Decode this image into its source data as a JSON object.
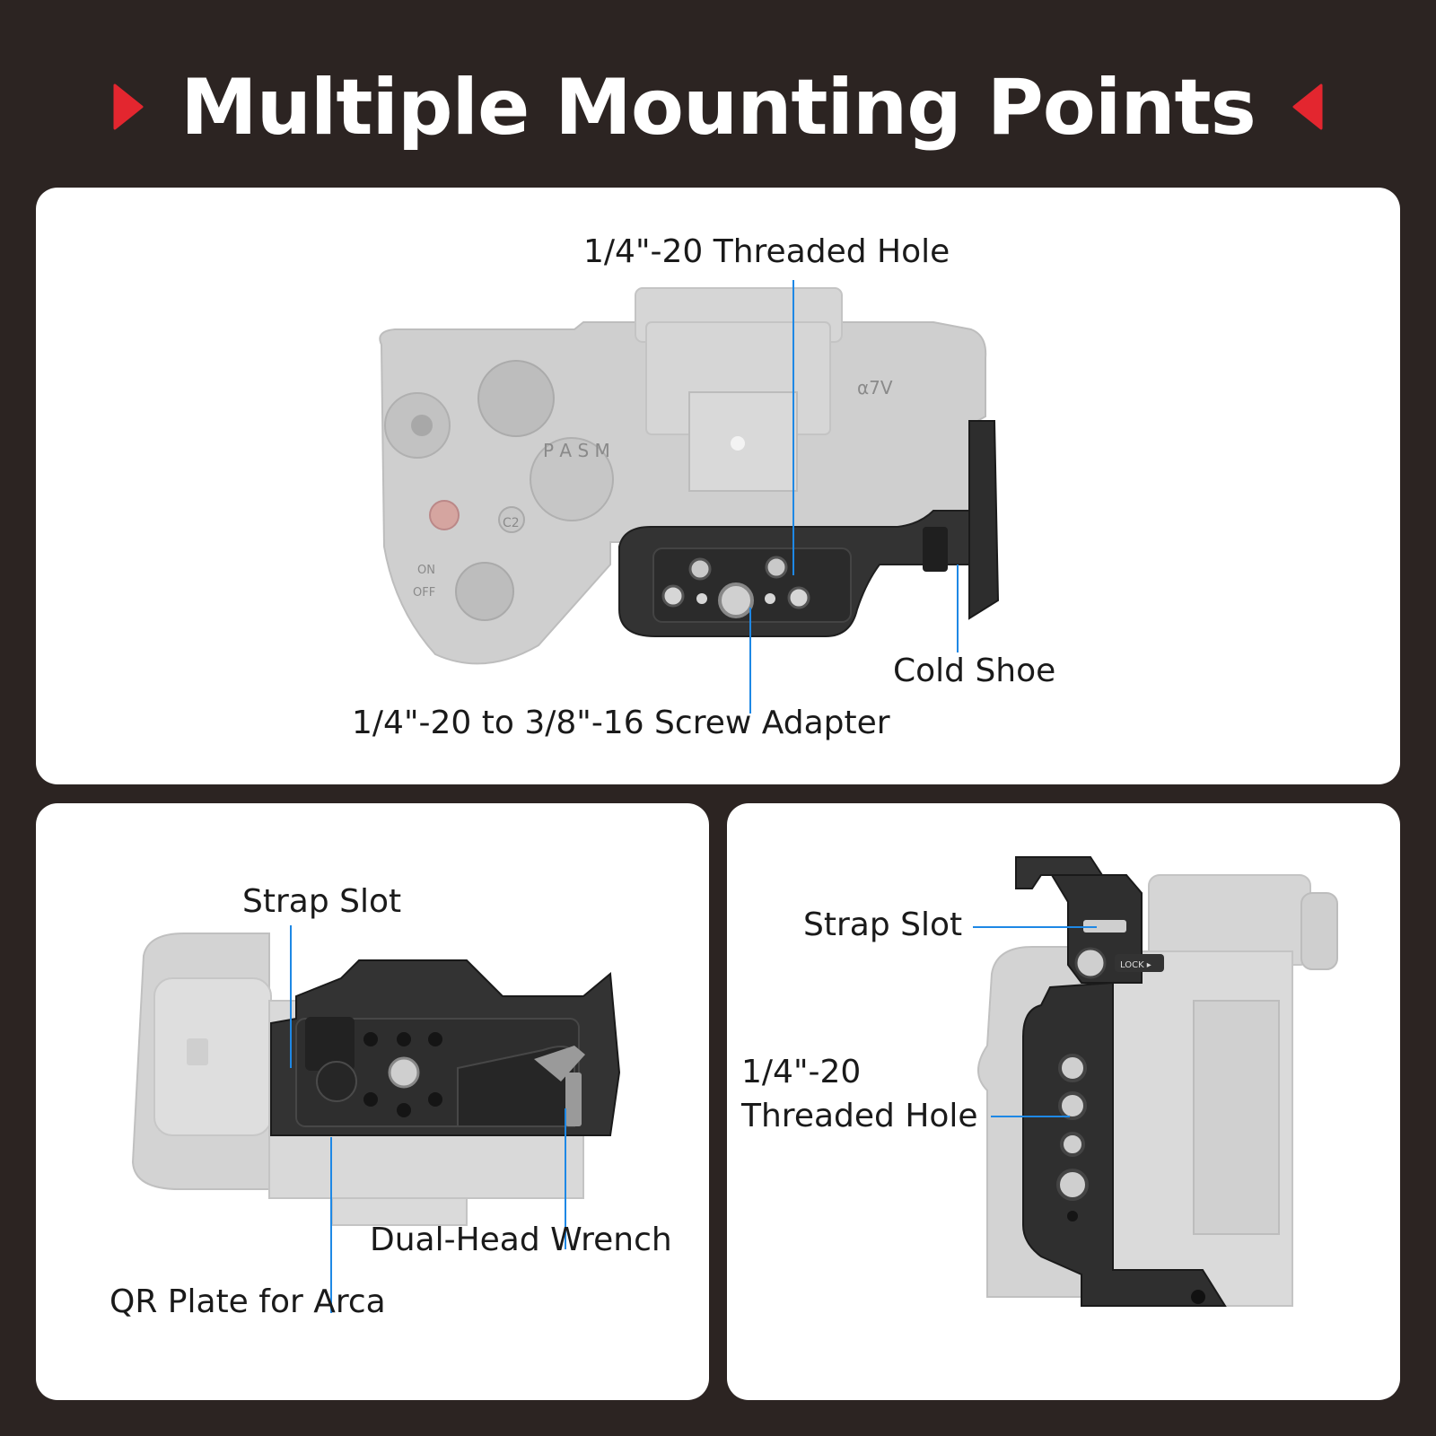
{
  "header": {
    "title": "Multiple Mounting Points",
    "accent_color": "#e3262f"
  },
  "top_panel": {
    "labels": {
      "threaded_hole": "1/4\"-20 Threaded Hole",
      "cold_shoe": "Cold Shoe",
      "screw_adapter": "1/4\"-20 to 3/8\"-16 Screw Adapter"
    },
    "camera_markings": {
      "model": "α7V",
      "dial": "P A S M",
      "power_on": "ON",
      "power_off": "OFF",
      "custom": "C2"
    }
  },
  "bottom_left_panel": {
    "labels": {
      "strap_slot": "Strap Slot",
      "wrench": "Dual-Head Wrench",
      "qr_plate": "QR Plate for Arca"
    }
  },
  "bottom_right_panel": {
    "labels": {
      "strap_slot": "Strap Slot",
      "threaded_hole_line1": "1/4\"-20",
      "threaded_hole_line2": "Threaded Hole"
    },
    "lock_marking": "LOCK ▸"
  },
  "colors": {
    "background": "#2c2422",
    "panel": "#ffffff",
    "leader_line": "#1e88e5",
    "camera_gray": "#c9c9c9",
    "cage_black": "#2a2a2a"
  }
}
